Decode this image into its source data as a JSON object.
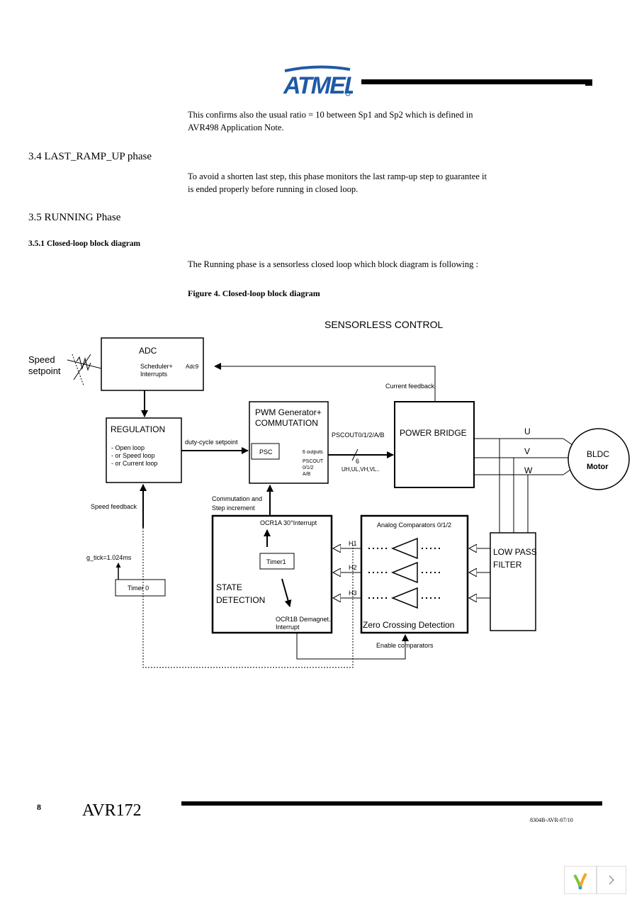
{
  "header": {
    "logo_text": "ATMEL"
  },
  "intro": {
    "line1": "This confirms also the usual ratio = 10 between Sp1 and Sp2 which is defined in",
    "line2": "AVR498 Application Note."
  },
  "section_3_4": {
    "heading": "3.4 LAST_RAMP_UP phase",
    "line1": "To avoid a shorten last step, this phase monitors the last ramp-up step to guarantee it",
    "line2": "is ended properly before running in closed loop."
  },
  "section_3_5": {
    "heading": "3.5 RUNNING Phase",
    "sub_heading": "3.5.1 Closed-loop block diagram",
    "text": "The Running phase is a sensorless closed loop which block diagram is following :",
    "figure_caption": "Figure 4. Closed-loop block diagram"
  },
  "diagram": {
    "title": "SENSORLESS CONTROL",
    "speed_setpoint_1": "Speed",
    "speed_setpoint_2": "setpoint",
    "adc_title": "ADC",
    "adc_sub1": "Scheduler+",
    "adc_sub2": "Interrupts",
    "adc9": "Adc9",
    "current_feedback": "Current feedback",
    "regulation_title": "REGULATION",
    "reg_item1": "- Open loop",
    "reg_item2": "- or Speed  loop",
    "reg_item3": "- or Current loop",
    "duty_cycle": "duty-cycle setpoint",
    "pwm_title1": "PWM Generator+",
    "pwm_title2": "COMMUTATION",
    "psc": "PSC",
    "six_outputs": "6 outputs",
    "pscout_1": "PSCOUT",
    "pscout_2": "0/1/2",
    "pscout_3": "A/B",
    "pscout_bus": "PSCOUT0/1/2/A/B",
    "bus_width": "6",
    "bus_signals": "UH,UL,VH,VL..",
    "power_bridge": "POWER BRIDGE",
    "phase_u": "U",
    "phase_v": "V",
    "phase_w": "W",
    "motor1": "BLDC",
    "motor2": "Motor",
    "speed_feedback": "Speed feedback",
    "commutation1": "Commutation and",
    "commutation2": "Step increment",
    "ocr1a": "OCR1A 30°Interrupt",
    "timer1": "Timer1",
    "state1": "STATE",
    "state2": "DETECTION",
    "ocr1b1": "OCR1B Demagnet.",
    "ocr1b2": "Interrupt",
    "g_tick": "g_tick=1.024ms",
    "timer0": "Timer 0",
    "h1": "H1",
    "h2": "H2",
    "h3": "H3",
    "analog_comp": "Analog Comparators  0/1/2",
    "zero_crossing": "Zero  Crossing Detection",
    "lpf1": "LOW PASS",
    "lpf2": "FILTER",
    "enable_comp": "Enable comparators"
  },
  "footer": {
    "page_number": "8",
    "doc_title": "AVR172",
    "doc_code": "8304B-AVR-07/10"
  }
}
